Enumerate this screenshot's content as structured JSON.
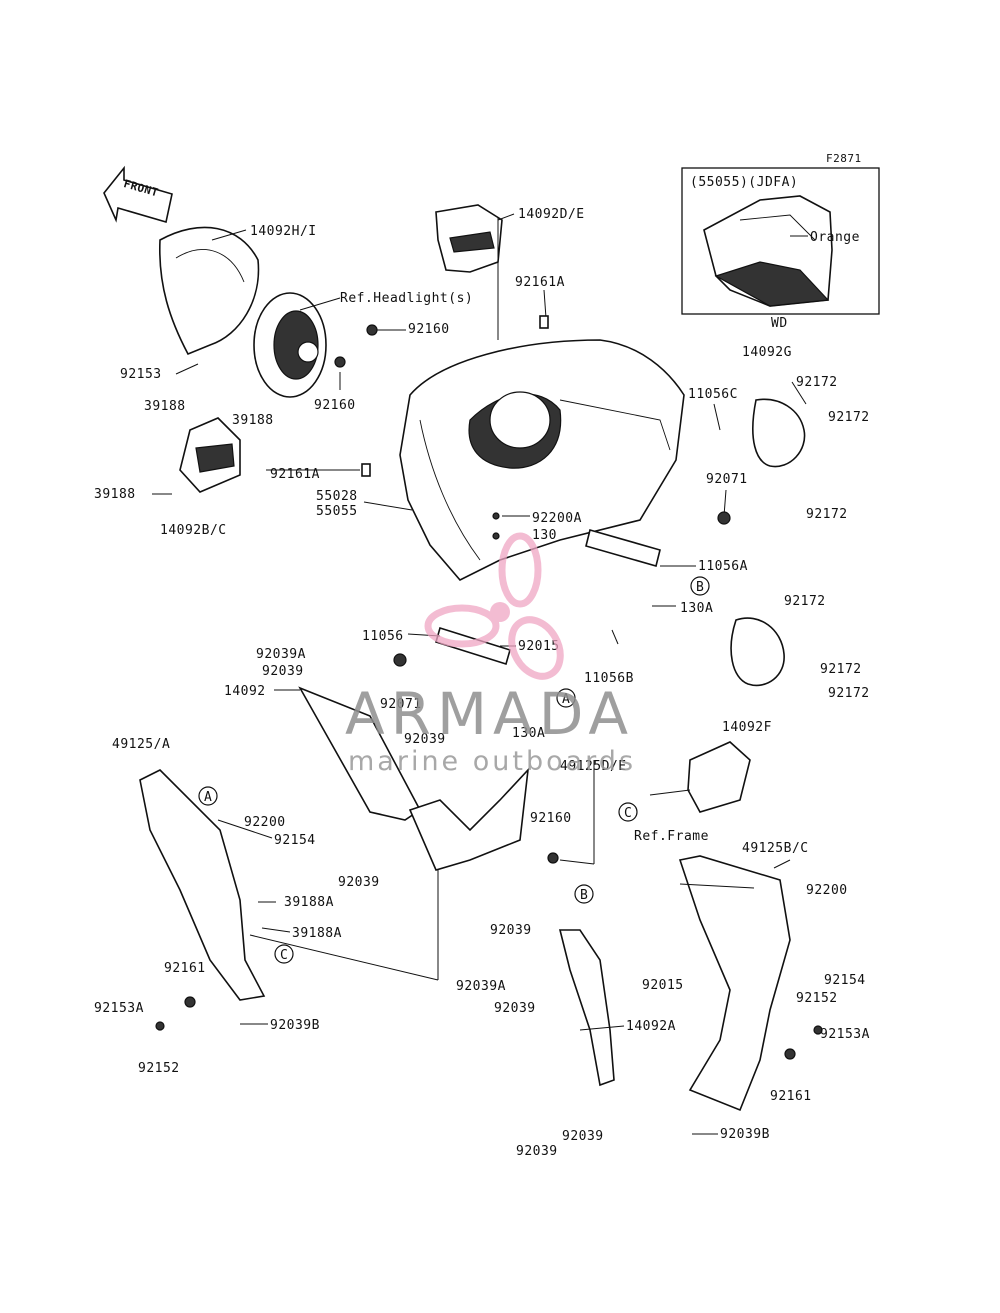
{
  "figure_code": "F2871",
  "front_arrow_text": "FRONT",
  "inset": {
    "title": "(55055)(JDFA)",
    "color_note": "Orange",
    "caption": "WD"
  },
  "ref_labels": {
    "headlight": "Ref.Headlight(s)",
    "frame": "Ref.Frame"
  },
  "callouts": [
    "A",
    "B",
    "C"
  ],
  "parts": [
    "14092H/I",
    "92153",
    "14092D/E",
    "92161A",
    "92160",
    "92160",
    "39188",
    "39188",
    "39188",
    "14092B/C",
    "92161A",
    "55028",
    "55055",
    "14092G",
    "92172",
    "92172",
    "92172",
    "11056C",
    "92071",
    "92200A",
    "130",
    "11056A",
    "130A",
    "92172",
    "92172",
    "92172",
    "14092F",
    "11056",
    "92015",
    "11056B",
    "92039A",
    "92039",
    "14092",
    "92071",
    "130A",
    "92039",
    "49125D/E",
    "49125/A",
    "92200",
    "92154",
    "92160",
    "92039",
    "39188A",
    "39188A",
    "92161",
    "92153A",
    "92039B",
    "92152",
    "49125B/C",
    "92200",
    "92039",
    "92015",
    "92154",
    "92039A",
    "92152",
    "92039",
    "14092A",
    "92153A",
    "92161",
    "92039",
    "92039",
    "92039B"
  ],
  "watermark": {
    "brand": "ARMADA",
    "tagline": "marine outboards",
    "color": "#f0a6c4"
  }
}
